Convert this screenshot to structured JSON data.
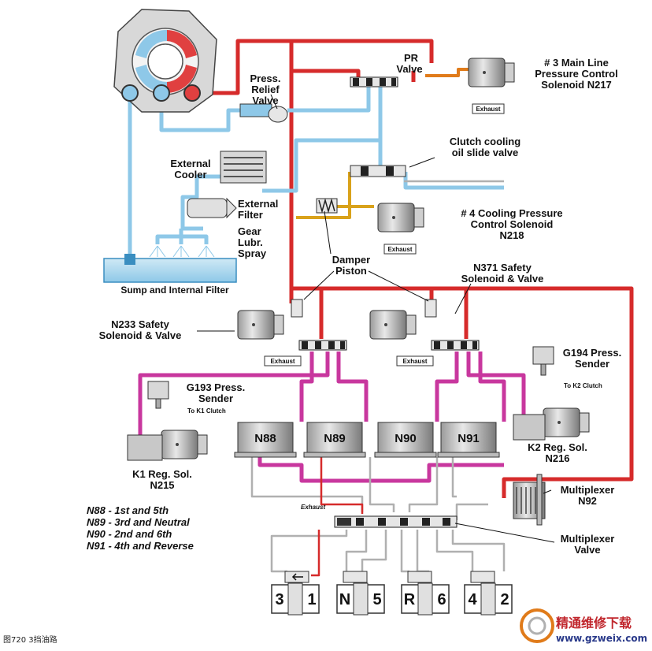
{
  "labels": {
    "pr_valve": [
      "PR",
      "Valve"
    ],
    "main_line": [
      "# 3 Main Line",
      "Pressure Control",
      "Solenoid N217"
    ],
    "press_relief": [
      "Press.",
      "Relief",
      "Valve"
    ],
    "exhaust": "Exhaust",
    "clutch_cooling": [
      "Clutch cooling",
      "oil slide valve"
    ],
    "external_cooler": [
      "External",
      "Cooler"
    ],
    "external_filter": [
      "External",
      "Filter"
    ],
    "cooling_pressure": [
      "# 4 Cooling Pressure",
      "Control Solenoid",
      "N218"
    ],
    "gear_lubr": [
      "Gear",
      "Lubr.",
      "Spray"
    ],
    "damper": [
      "Damper",
      "Piston"
    ],
    "sump": "Sump and Internal Filter",
    "n371": [
      "N371 Safety",
      "Solenoid & Valve"
    ],
    "n233": [
      "N233 Safety",
      "Solenoid & Valve"
    ],
    "g194": [
      "G194 Press.",
      "Sender"
    ],
    "to_k2": "To K2 Clutch",
    "g193": [
      "G193 Press.",
      "Sender"
    ],
    "to_k1": "To K1 Clutch",
    "k2_reg": [
      "K2 Reg. Sol.",
      "N216"
    ],
    "k1_reg": [
      "K1 Reg. Sol.",
      "N215"
    ],
    "multiplexer": [
      "Multiplexer",
      "N92"
    ],
    "multiplexer_valve": [
      "Multiplexer",
      "Valve"
    ]
  },
  "solenoids": [
    "N88",
    "N89",
    "N90",
    "N91"
  ],
  "legend": [
    "N88 - 1st and 5th",
    "N89 - 3rd and Neutral",
    "N90 - 2nd and 6th",
    "N91 - 4th and Reverse"
  ],
  "gear_boxes": [
    {
      "left": "3",
      "right": "1"
    },
    {
      "left": "N",
      "right": "5"
    },
    {
      "left": "R",
      "right": "6"
    },
    {
      "left": "4",
      "right": "2"
    }
  ],
  "caption": "图720   3挡油路",
  "watermark": {
    "cn": "精通维修下载",
    "url": "www.gzweix.com"
  },
  "colors": {
    "main_pressure": "#d62b2b",
    "suction": "#8ec8e8",
    "control": "#c8379e",
    "cooling": "#d9a21b",
    "regulated": "#e07b1a",
    "exhaust": "#b0b0b0"
  }
}
